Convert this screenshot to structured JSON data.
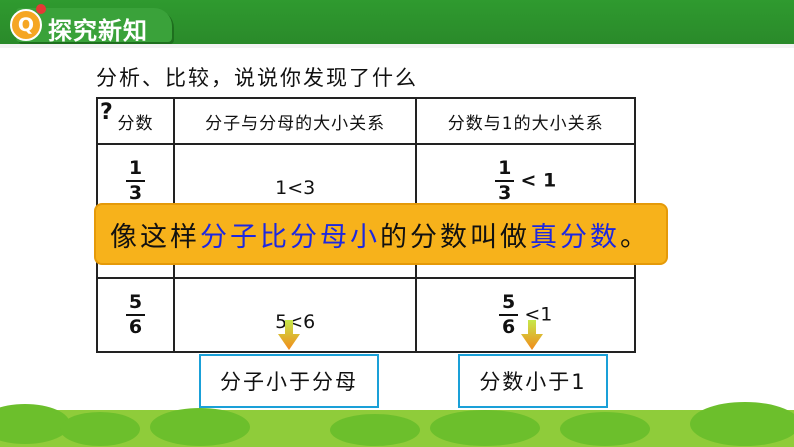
{
  "header": {
    "badge": "Q",
    "title": "探究新知"
  },
  "prompt": "分析、比较，说说你发现了什么",
  "table": {
    "question_mark": "?",
    "headers": [
      "分数",
      "分子与分母的大小关系",
      "分数与1的大小关系"
    ],
    "rows": [
      {
        "numerator": "1",
        "denominator": "3",
        "relation": "1<3",
        "compare_num": "1",
        "compare_den": "3",
        "compare_rest": "< 1"
      },
      {
        "numerator": "5",
        "denominator": "6",
        "relation": "5<6",
        "compare_num": "5",
        "compare_den": "6",
        "compare_rest": "<1"
      }
    ]
  },
  "banner": {
    "p1": "像这样",
    "p2": "分子比分母小",
    "p3": "的分数叫做",
    "p4": "真分数",
    "p5": "。"
  },
  "conclusions": {
    "left": "分子小于分母",
    "right": "分数小于1"
  },
  "colors": {
    "header": "#2f9a2f",
    "banner": "#f7b21b",
    "highlight": "#1d28e0",
    "box_border": "#1aa0d8"
  },
  "icons": {
    "badge": "q-badge-icon",
    "arrow": "arrow-down-icon"
  }
}
